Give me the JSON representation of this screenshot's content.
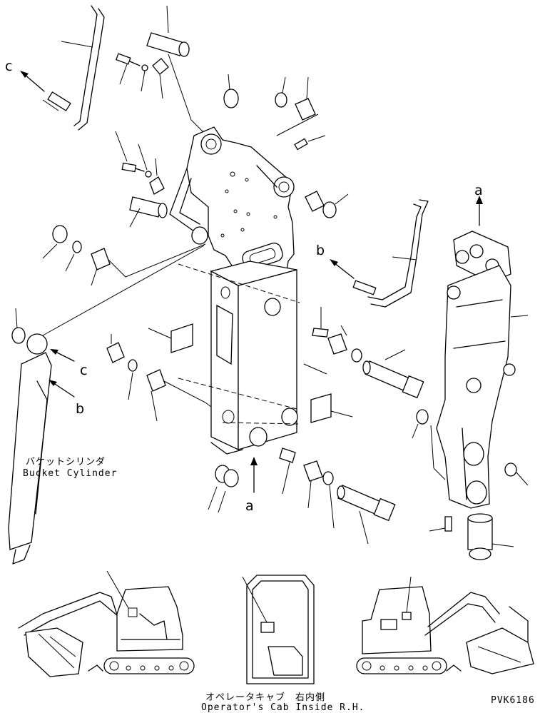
{
  "callouts": {
    "a_top": "a",
    "a_bottom": "a",
    "b_top": "b",
    "b_left": "b",
    "c_top": "c",
    "c_left": "c"
  },
  "bucket_cylinder": {
    "jp": "バケットシリンダ",
    "en": "Bucket Cylinder"
  },
  "cab_caption": {
    "jp": "オペレータキャブ　右内側",
    "en": "Operator's Cab Inside R.H."
  },
  "drawing_code": "PVK6186"
}
